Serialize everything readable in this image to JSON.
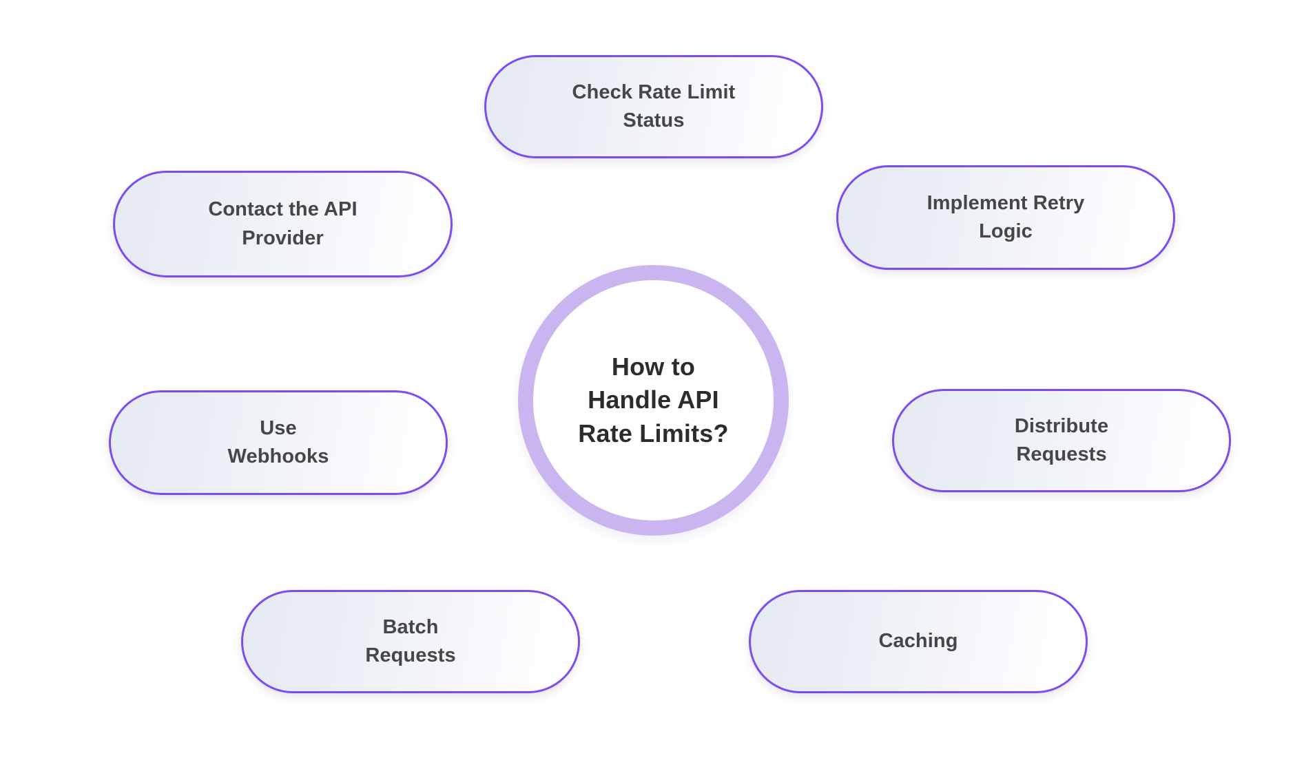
{
  "diagram": {
    "type": "hub-and-spoke-mind-map",
    "background_color": "#ffffff",
    "center": {
      "title": "How to\nHandle API\nRate Limits?",
      "ring_color": "#c9b6f0",
      "fill_color": "#ffffff",
      "text_color": "#2c2c2e"
    },
    "node_style": {
      "border_color": "#7c4deb",
      "gradient_start": "#e5e9f1",
      "gradient_end": "#ffffff",
      "text_color": "#444648"
    },
    "nodes": [
      {
        "id": "check-rate-limit-status",
        "label": "Check Rate Limit\nStatus",
        "position": "top"
      },
      {
        "id": "contact-api-provider",
        "label": "Contact the API\nProvider",
        "position": "top-left"
      },
      {
        "id": "implement-retry-logic",
        "label": "Implement Retry\nLogic",
        "position": "top-right"
      },
      {
        "id": "use-webhooks",
        "label": "Use\nWebhooks",
        "position": "mid-left"
      },
      {
        "id": "distribute-requests",
        "label": "Distribute\nRequests",
        "position": "mid-right"
      },
      {
        "id": "batch-requests",
        "label": "Batch\nRequests",
        "position": "bottom-left"
      },
      {
        "id": "caching",
        "label": "Caching",
        "position": "bottom-right"
      }
    ]
  }
}
